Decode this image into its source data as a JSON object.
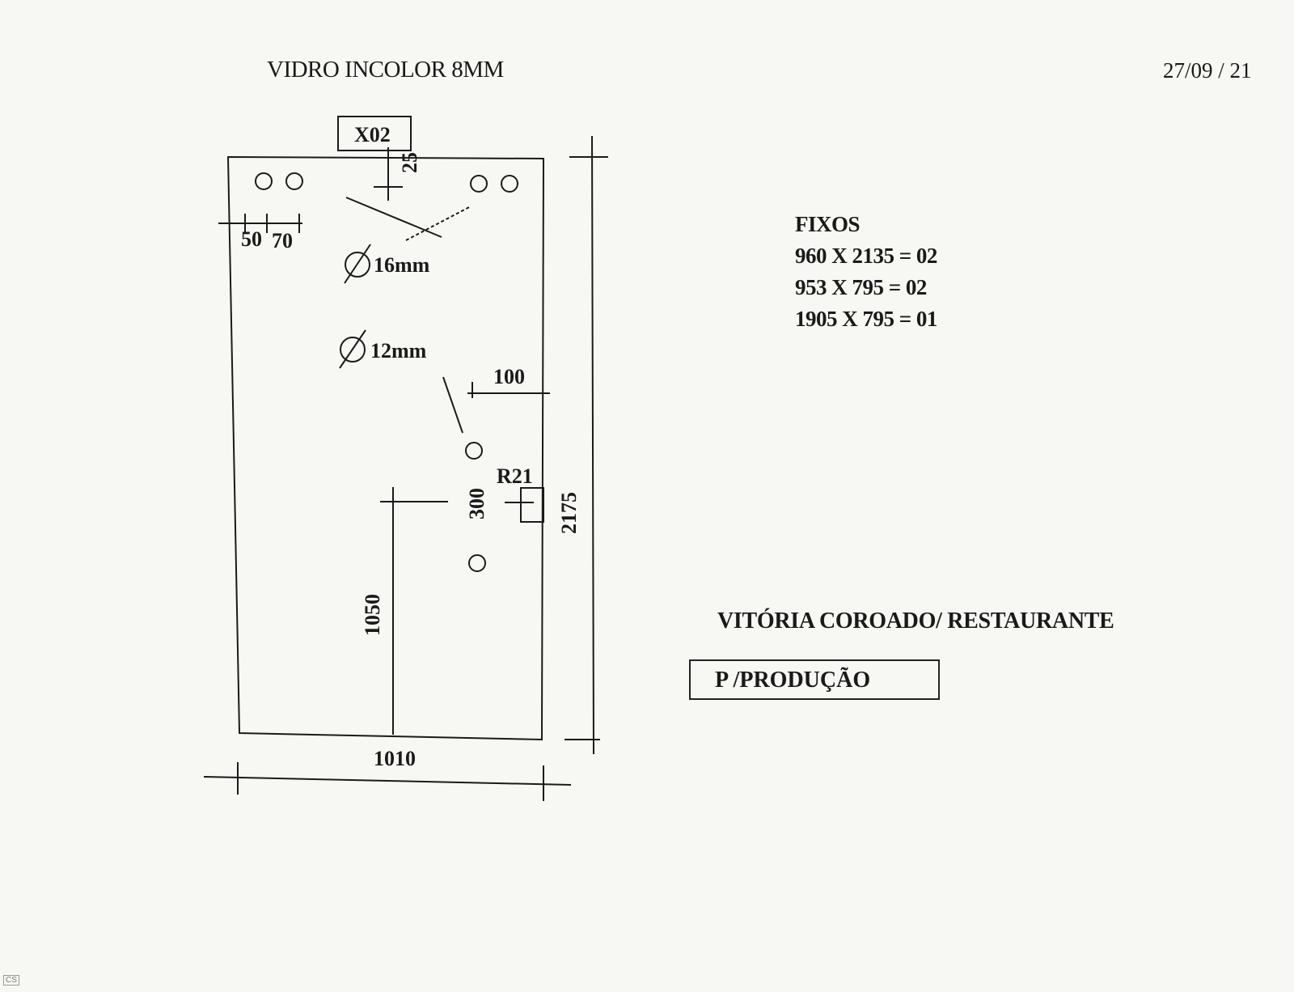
{
  "header": {
    "title": "VIDRO INCOLOR 8MM",
    "date": "27/09 / 21"
  },
  "drawing": {
    "qty_label": "X02",
    "dim_top_offset": "25",
    "dim_hole_left": "50",
    "dim_hole_spacing": "70",
    "hole_large_label": "16mm",
    "hole_small_label": "12mm",
    "dim_edge_offset": "100",
    "notch_label": "R21",
    "dim_vertical_spacing": "300",
    "dim_height": "2175",
    "dim_from_floor": "1050",
    "dim_width": "1010"
  },
  "specs": {
    "heading": "FIXOS",
    "items": [
      "960 X 2135 = 02",
      "953  X 795 = 02",
      "1905 X 795 = 01"
    ]
  },
  "client": "VITÓRIA COROADO/ RESTAURANTE",
  "production_label": "P /PRODUÇÃO",
  "footer_badge": "CS"
}
